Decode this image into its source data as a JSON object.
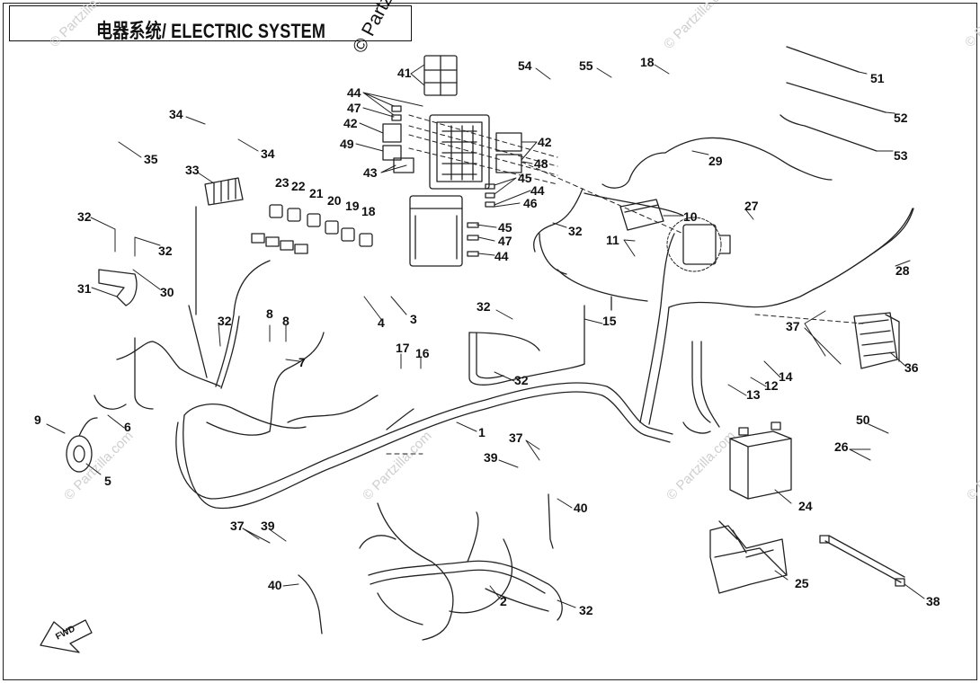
{
  "diagram": {
    "title": "电器系统/ ELECTRIC SYSTEM",
    "watermark": "© Partzilla.com",
    "direction_label": "FWD",
    "callouts": [
      {
        "id": "c41",
        "label": "41"
      },
      {
        "id": "c44a",
        "label": "44"
      },
      {
        "id": "c47a",
        "label": "47"
      },
      {
        "id": "c42a",
        "label": "42"
      },
      {
        "id": "c49",
        "label": "49"
      },
      {
        "id": "c43",
        "label": "43"
      },
      {
        "id": "c42b",
        "label": "42"
      },
      {
        "id": "c48",
        "label": "48"
      },
      {
        "id": "c45a",
        "label": "45"
      },
      {
        "id": "c44b",
        "label": "44"
      },
      {
        "id": "c46",
        "label": "46"
      },
      {
        "id": "c45b",
        "label": "45"
      },
      {
        "id": "c47b",
        "label": "47"
      },
      {
        "id": "c44c",
        "label": "44"
      },
      {
        "id": "c54",
        "label": "54"
      },
      {
        "id": "c55",
        "label": "55"
      },
      {
        "id": "c18a",
        "label": "18"
      },
      {
        "id": "c51",
        "label": "51"
      },
      {
        "id": "c52",
        "label": "52"
      },
      {
        "id": "c53",
        "label": "53"
      },
      {
        "id": "c29",
        "label": "29"
      },
      {
        "id": "c34a",
        "label": "34"
      },
      {
        "id": "c34b",
        "label": "34"
      },
      {
        "id": "c35",
        "label": "35"
      },
      {
        "id": "c33",
        "label": "33"
      },
      {
        "id": "c23",
        "label": "23"
      },
      {
        "id": "c22",
        "label": "22"
      },
      {
        "id": "c21",
        "label": "21"
      },
      {
        "id": "c20",
        "label": "20"
      },
      {
        "id": "c19",
        "label": "19"
      },
      {
        "id": "c18b",
        "label": "18"
      },
      {
        "id": "c32a",
        "label": "32"
      },
      {
        "id": "c32b",
        "label": "32"
      },
      {
        "id": "c31",
        "label": "31"
      },
      {
        "id": "c30",
        "label": "30"
      },
      {
        "id": "c10",
        "label": "10"
      },
      {
        "id": "c32c",
        "label": "32"
      },
      {
        "id": "c11",
        "label": "11"
      },
      {
        "id": "c27",
        "label": "27"
      },
      {
        "id": "c28",
        "label": "28"
      },
      {
        "id": "c4",
        "label": "4"
      },
      {
        "id": "c3",
        "label": "3"
      },
      {
        "id": "c32d",
        "label": "32"
      },
      {
        "id": "c8a",
        "label": "8"
      },
      {
        "id": "c8b",
        "label": "8"
      },
      {
        "id": "c7",
        "label": "7"
      },
      {
        "id": "c32e",
        "label": "32"
      },
      {
        "id": "c15",
        "label": "15"
      },
      {
        "id": "c37a",
        "label": "37"
      },
      {
        "id": "c36",
        "label": "36"
      },
      {
        "id": "c17",
        "label": "17"
      },
      {
        "id": "c16",
        "label": "16"
      },
      {
        "id": "c32f",
        "label": "32"
      },
      {
        "id": "c14",
        "label": "14"
      },
      {
        "id": "c12",
        "label": "12"
      },
      {
        "id": "c13",
        "label": "13"
      },
      {
        "id": "c9",
        "label": "9"
      },
      {
        "id": "c6",
        "label": "6"
      },
      {
        "id": "c1",
        "label": "1"
      },
      {
        "id": "c37b",
        "label": "37"
      },
      {
        "id": "c39a",
        "label": "39"
      },
      {
        "id": "c50",
        "label": "50"
      },
      {
        "id": "c26",
        "label": "26"
      },
      {
        "id": "c5",
        "label": "5"
      },
      {
        "id": "c40a",
        "label": "40"
      },
      {
        "id": "c24",
        "label": "24"
      },
      {
        "id": "c37c",
        "label": "37"
      },
      {
        "id": "c39b",
        "label": "39"
      },
      {
        "id": "c25",
        "label": "25"
      },
      {
        "id": "c38",
        "label": "38"
      },
      {
        "id": "c40b",
        "label": "40"
      },
      {
        "id": "c2",
        "label": "2"
      },
      {
        "id": "c32g",
        "label": "32"
      }
    ]
  }
}
